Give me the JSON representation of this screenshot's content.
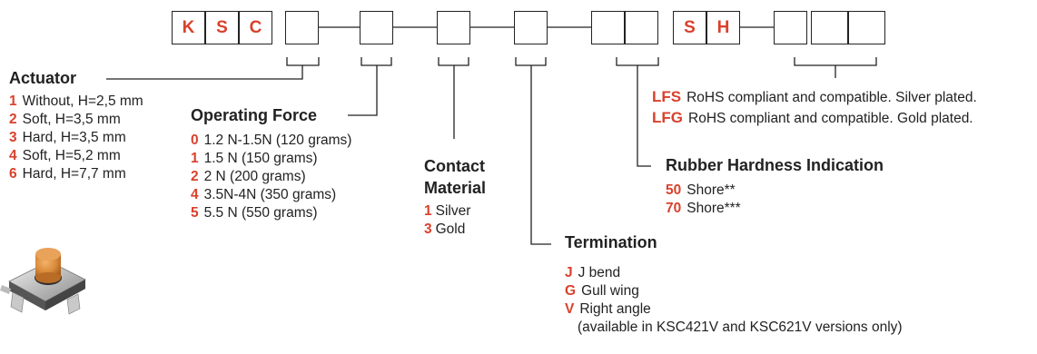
{
  "colors": {
    "accent": "#d9412c",
    "line": "#222222"
  },
  "part_number": {
    "boxes": [
      {
        "text": "K"
      },
      {
        "text": "S"
      },
      {
        "text": "C"
      },
      {
        "text": ""
      },
      {
        "text": ""
      },
      {
        "text": ""
      },
      {
        "text": ""
      },
      {
        "text": ""
      },
      {
        "text": ""
      },
      {
        "text": "S"
      },
      {
        "text": "H"
      },
      {
        "text": ""
      },
      {
        "text": ""
      },
      {
        "text": ""
      }
    ]
  },
  "actuator": {
    "title": "Actuator",
    "options": [
      {
        "code": "1",
        "label": "Without, H=2,5 mm"
      },
      {
        "code": "2",
        "label": "Soft, H=3,5 mm"
      },
      {
        "code": "3",
        "label": "Hard, H=3,5 mm"
      },
      {
        "code": "4",
        "label": "Soft, H=5,2 mm"
      },
      {
        "code": "6",
        "label": "Hard, H=7,7 mm"
      }
    ]
  },
  "operating_force": {
    "title": "Operating Force",
    "options": [
      {
        "code": "0",
        "label": "1.2 N-1.5N (120 grams)"
      },
      {
        "code": "1",
        "label": "1.5 N (150 grams)"
      },
      {
        "code": "2",
        "label": "2 N (200 grams)"
      },
      {
        "code": "4",
        "label": "3.5N-4N (350 grams)"
      },
      {
        "code": "5",
        "label": "5.5 N (550 grams)"
      }
    ]
  },
  "contact_material": {
    "title_line1": "Contact",
    "title_line2": "Material",
    "options": [
      {
        "code": "1",
        "label": "Silver"
      },
      {
        "code": "3",
        "label": "Gold"
      }
    ]
  },
  "termination": {
    "title": "Termination",
    "options": [
      {
        "code": "J",
        "label": "J bend"
      },
      {
        "code": "G",
        "label": "Gull wing"
      },
      {
        "code": "V",
        "label": "Right angle"
      }
    ],
    "note": "(available in KSC421V and KSC621V versions only)"
  },
  "rubber_hardness": {
    "title": "Rubber Hardness Indication",
    "options": [
      {
        "code": "50",
        "label": "Shore**"
      },
      {
        "code": "70",
        "label": "Shore***"
      }
    ]
  },
  "packaging": {
    "options": [
      {
        "code": "LFS",
        "label": "RoHS compliant and compatible. Silver plated."
      },
      {
        "code": "LFG",
        "label": "RoHS compliant and compatible. Gold plated."
      }
    ]
  }
}
